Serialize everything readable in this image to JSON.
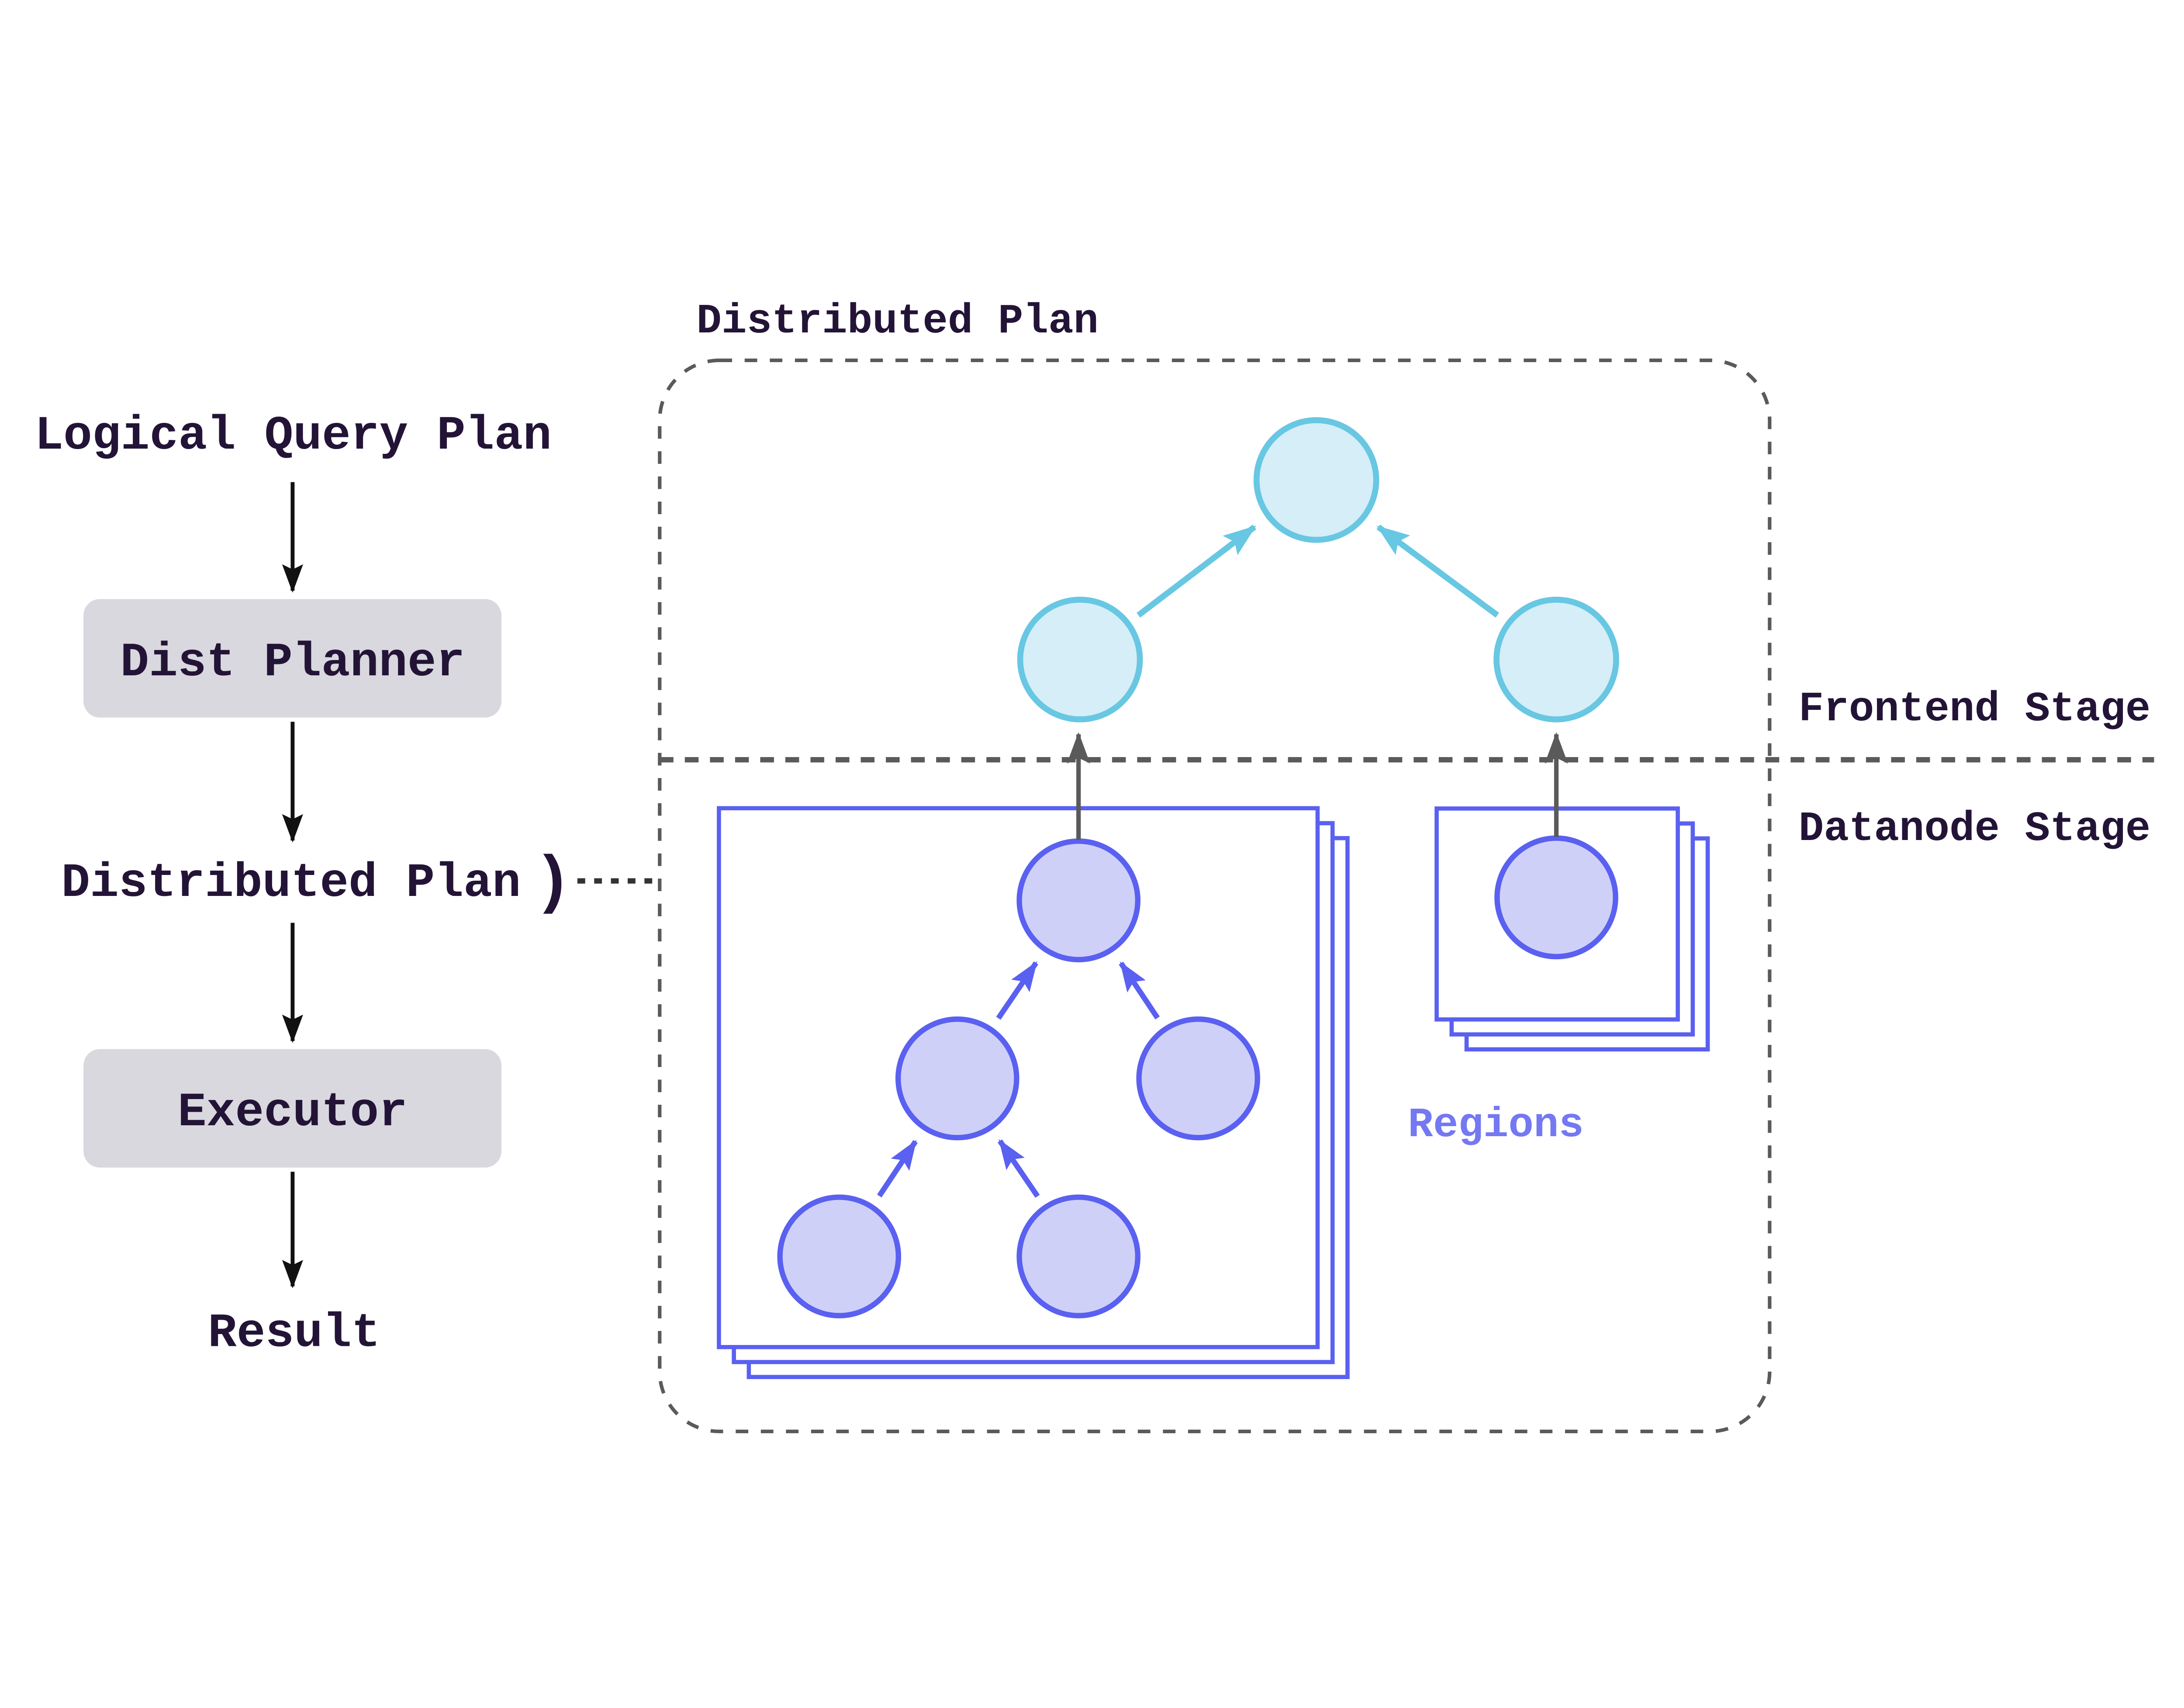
{
  "left_flow": {
    "start_label": "Logical Query Plan",
    "planner_box_label": "Dist Planner",
    "intermediate_label": "Distributed Plan",
    "bracket_glyph": ")",
    "executor_box_label": "Executor",
    "end_label": "Result"
  },
  "distributed_plan_panel": {
    "title": "Distributed Plan",
    "frontend_stage_label": "Frontend Stage",
    "datanode_stage_label": "Datanode Stage",
    "regions_label": "Regions"
  },
  "diagram": {
    "frontend_tree": {
      "root_nodes": 1,
      "child_nodes": 2
    },
    "datanode_left_tree_nodes": 5,
    "datanode_right_tree_nodes": 1,
    "stacked_region_sheets_per_group": 3
  },
  "colors": {
    "text_dark": "#231437",
    "flow_box_fill": "#d8d8de",
    "frontend_node_fill": "#d5eef7",
    "frontend_node_stroke": "#68c7e2",
    "datanode_node_fill": "#ced0f8",
    "datanode_node_stroke": "#5a60f0",
    "dashed_border_gray": "#5a5a5a",
    "regions_label_color": "#7478f2",
    "black_arrow": "#111111"
  }
}
